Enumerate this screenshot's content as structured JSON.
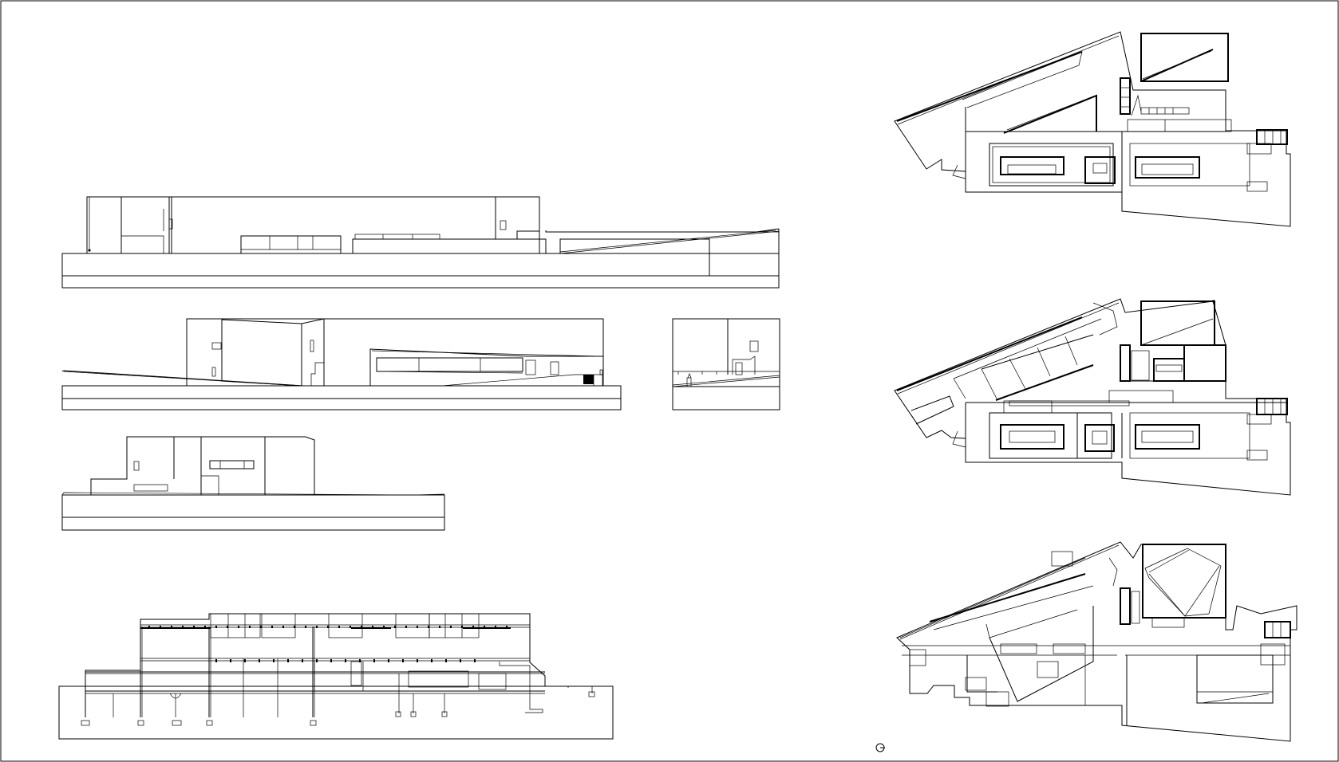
{
  "sheet": {
    "frame_color": "#000000",
    "background": "#ffffff",
    "drawings": [
      {
        "id": "elevation-1",
        "kind": "elevation"
      },
      {
        "id": "elevation-2",
        "kind": "elevation"
      },
      {
        "id": "elevation-3",
        "kind": "elevation"
      },
      {
        "id": "elevation-4",
        "kind": "elevation"
      },
      {
        "id": "section-1",
        "kind": "section"
      },
      {
        "id": "plan-upper",
        "kind": "floor-plan"
      },
      {
        "id": "plan-middle",
        "kind": "floor-plan"
      },
      {
        "id": "plan-lower",
        "kind": "floor-plan"
      }
    ],
    "north_symbol": {
      "icon": "north-arrow-icon"
    }
  }
}
